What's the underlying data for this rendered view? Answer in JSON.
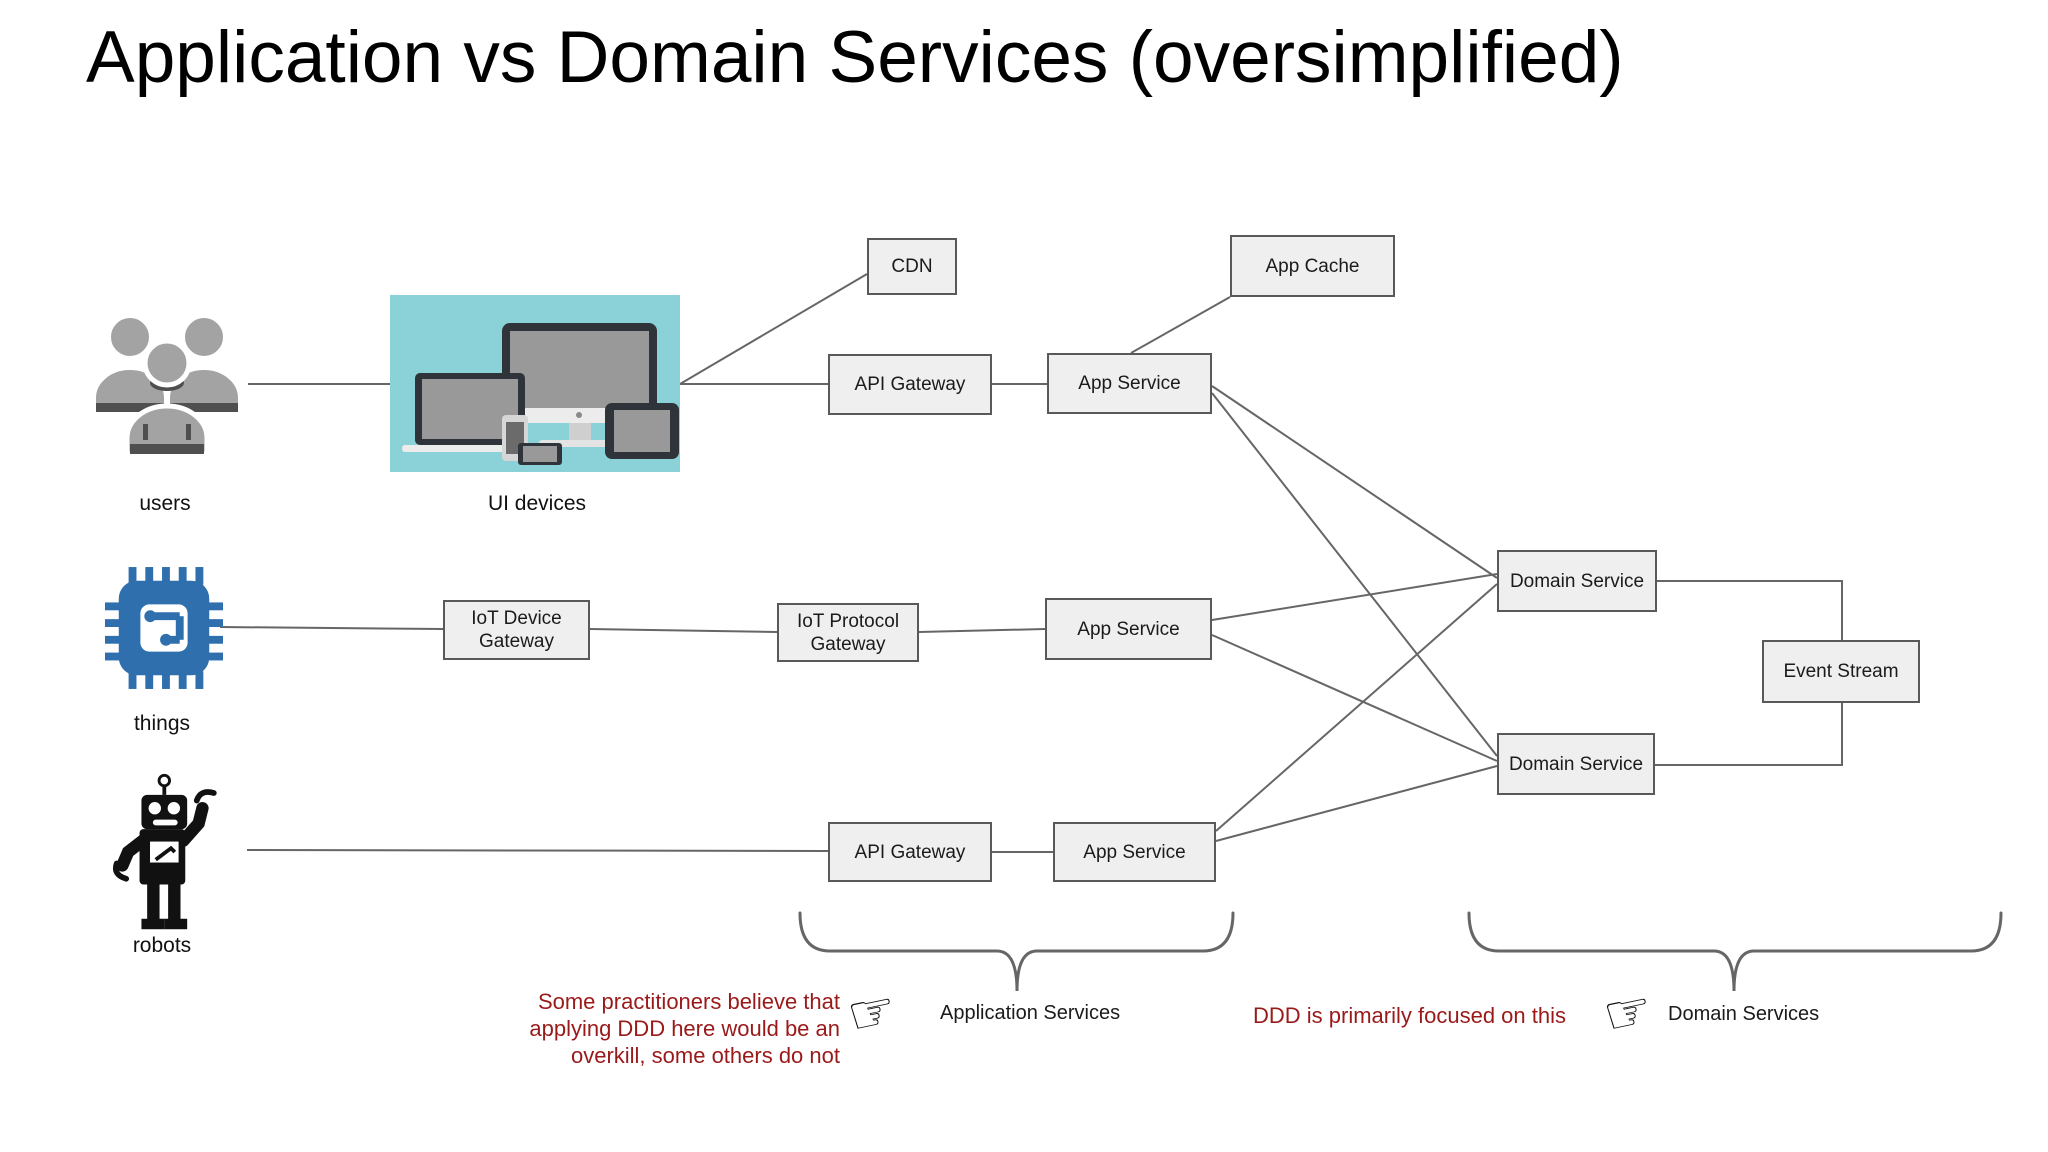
{
  "title": "Application vs Domain Services (oversimplified)",
  "actors": {
    "users": "users",
    "ui_devices": "UI devices",
    "things": "things",
    "robots": "robots"
  },
  "nodes": {
    "cdn": "CDN",
    "api_gateway_top": "API Gateway",
    "app_cache": "App Cache",
    "app_service_top": "App Service",
    "iot_device_gateway": "IoT Device Gateway",
    "iot_protocol_gateway": "IoT Protocol Gateway",
    "app_service_mid": "App Service",
    "api_gateway_bottom": "API Gateway",
    "app_service_bottom": "App Service",
    "domain_service_top": "Domain Service",
    "domain_service_bottom": "Domain Service",
    "event_stream": "Event Stream"
  },
  "annotations": {
    "left_note_lines": [
      "Some practitioners believe that",
      "applying DDD here would be an",
      "overkill, some others do not"
    ],
    "right_note": "DDD is primarily focused on this",
    "application_services_label": "Application Services",
    "domain_services_label": "Domain Services",
    "hand_glyph": "☞"
  },
  "colors": {
    "note_red": "#9a1a1a",
    "box_fill": "#efefef",
    "box_border": "#595959",
    "connector_gray": "#666666",
    "device_panel_teal": "#8ad2d8",
    "chip_blue": "#2f6fae"
  }
}
